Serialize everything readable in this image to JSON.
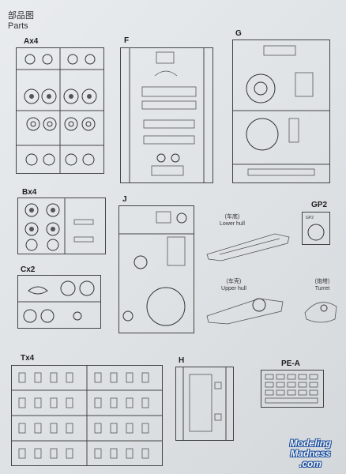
{
  "header": {
    "title_cn": "部品图",
    "title_en": "Parts"
  },
  "sprues": [
    {
      "id": "A",
      "label": "Ax4"
    },
    {
      "id": "F",
      "label": "F"
    },
    {
      "id": "G",
      "label": "G"
    },
    {
      "id": "B",
      "label": "Bx4"
    },
    {
      "id": "J",
      "label": "J"
    },
    {
      "id": "GP2",
      "label": "GP2"
    },
    {
      "id": "C",
      "label": "Cx2"
    },
    {
      "id": "T",
      "label": "Tx4"
    },
    {
      "id": "H",
      "label": "H"
    },
    {
      "id": "PEA",
      "label": "PE-A"
    }
  ],
  "captions": {
    "lower_hull_cn": "(车底)",
    "lower_hull": "Lower hull",
    "upper_hull_cn": "(车壳)",
    "upper_hull": "Upper hull",
    "turret_cn": "(炮塔)",
    "turret": "Turret"
  },
  "gp2_part_label": "GP2",
  "watermark": {
    "line1": "Modeling",
    "line2": "Madness",
    "line3": ".com"
  }
}
